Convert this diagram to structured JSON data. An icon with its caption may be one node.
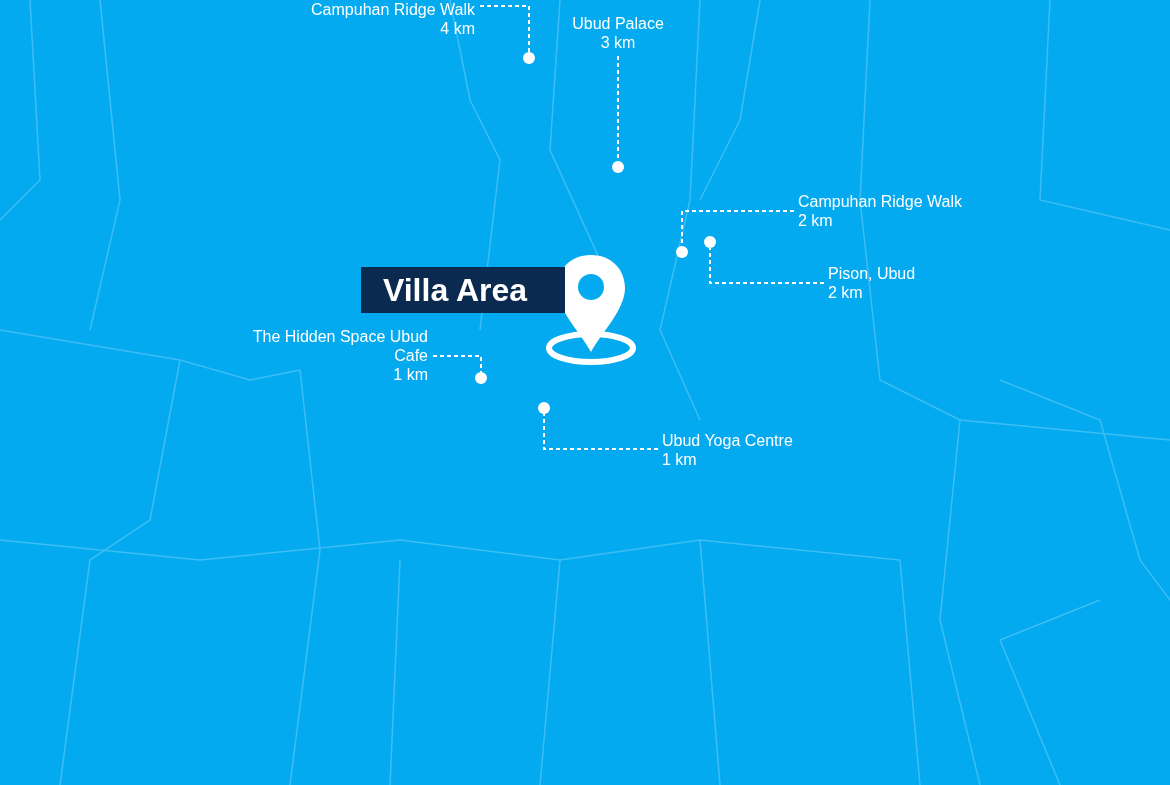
{
  "diagram": {
    "nodes": [
      {
        "text": [
          "Villa Area"
        ]
      },
      {
        "text": [
          "Campuhan Ridge Walk",
          "4 km"
        ]
      },
      {
        "text": [],
        "shape": "circle"
      },
      {
        "text": [
          "Ubud Palace",
          "3 km"
        ]
      },
      {
        "text": [],
        "shape": "circle"
      },
      {
        "text": [
          "Campuhan Ridge Walk",
          "2 km"
        ]
      },
      {
        "text": [],
        "shape": "circle"
      },
      {
        "text": [
          "Pison, Ubud",
          "2 km"
        ]
      },
      {
        "text": [],
        "shape": "circle"
      },
      {
        "text": [
          "The Hidden Space Ubud Cafe",
          "1 km"
        ]
      },
      {
        "text": [],
        "shape": "circle"
      },
      {
        "text": [
          "Ubud Yoga Centre",
          "1 km"
        ]
      },
      {
        "text": [],
        "shape": "circle"
      }
    ],
    "edges": [
      {
        "from": 1,
        "to": 2,
        "arrow": "none",
        "style": "dashed"
      },
      {
        "from": 3,
        "to": 4,
        "arrow": "none",
        "style": "dashed"
      },
      {
        "from": 5,
        "to": 6,
        "arrow": "none",
        "style": "dashed"
      },
      {
        "from": 7,
        "to": 8,
        "arrow": "none",
        "style": "dashed"
      },
      {
        "from": 9,
        "to": 10,
        "arrow": "none",
        "style": "dashed"
      },
      {
        "from": 11,
        "to": 12,
        "arrow": "none",
        "style": "dashed"
      }
    ]
  }
}
